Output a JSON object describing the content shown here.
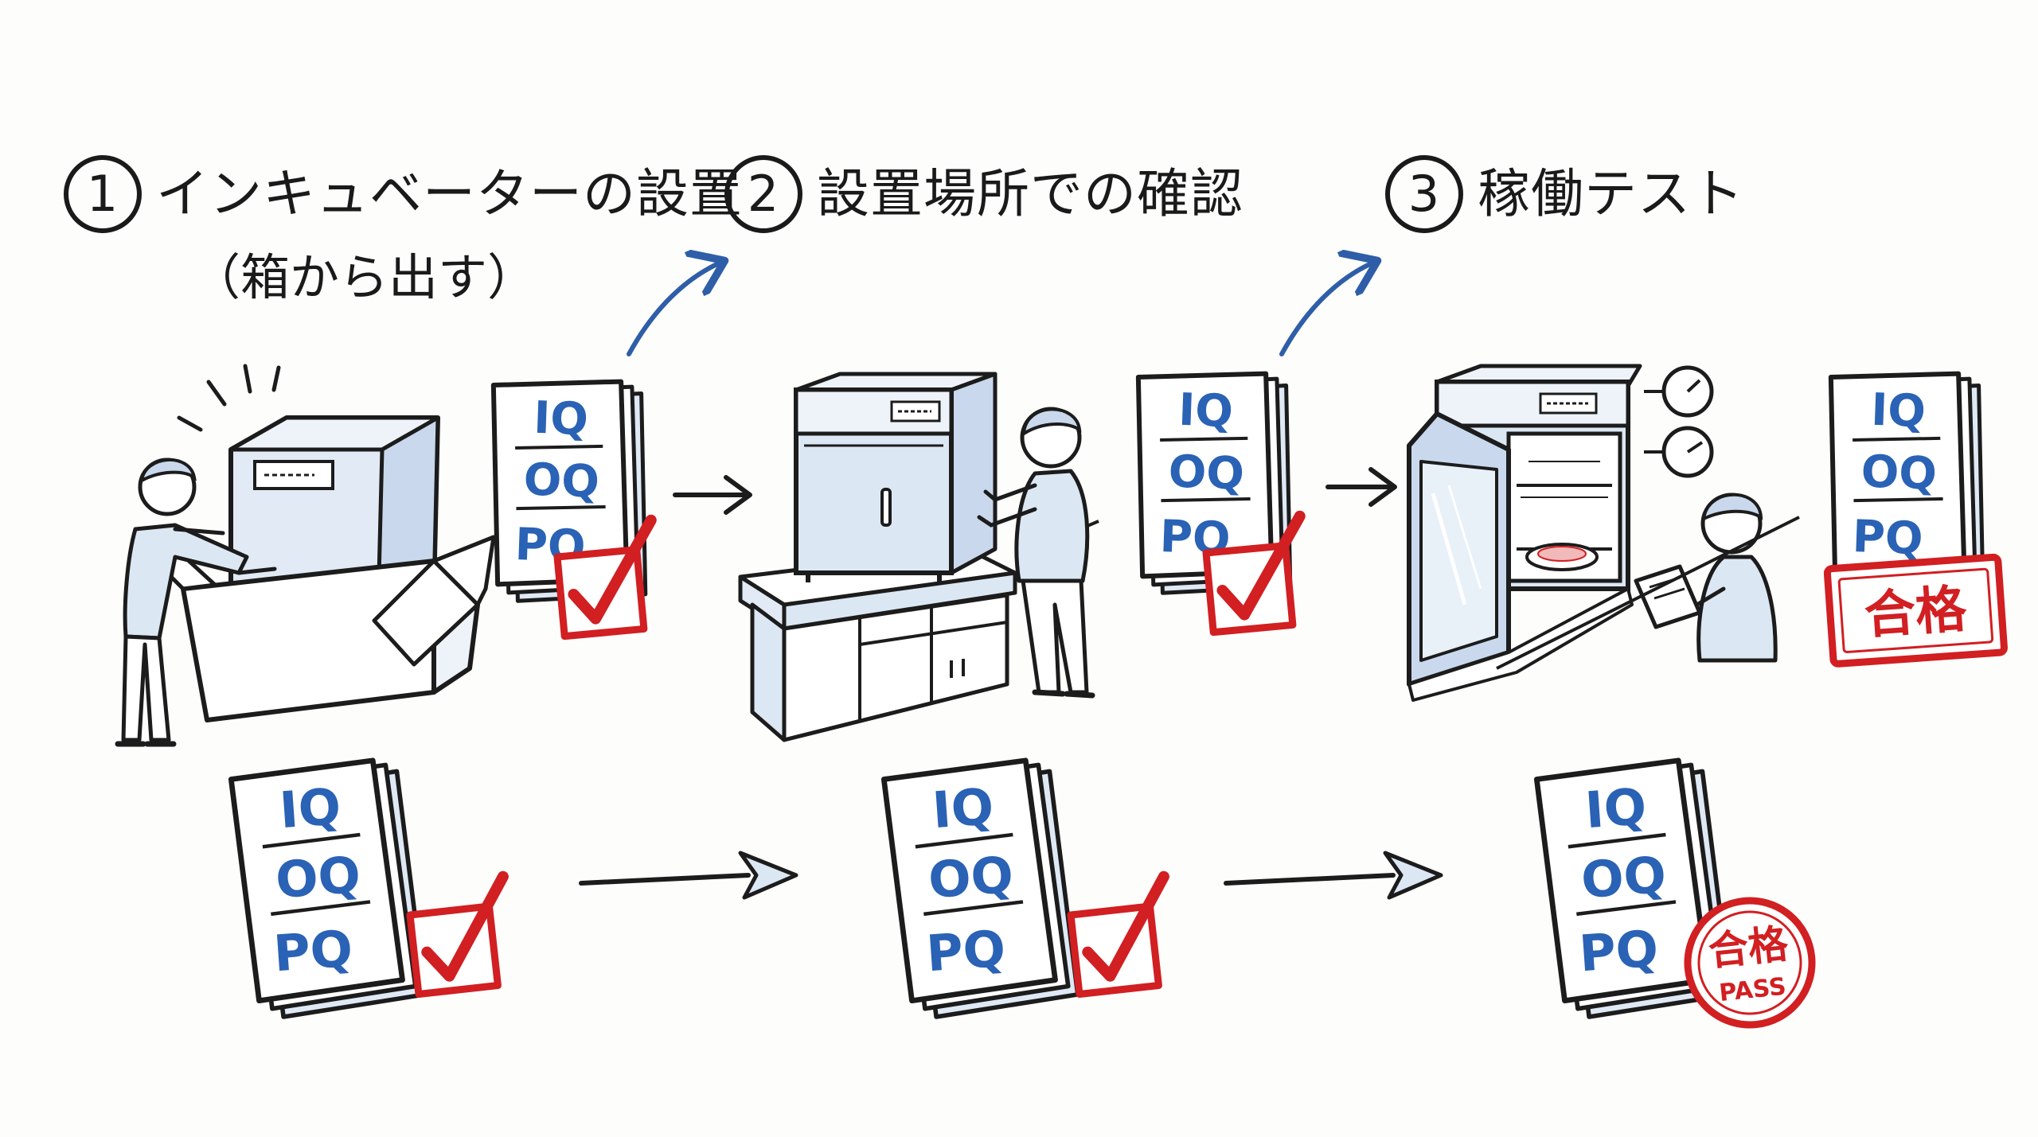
{
  "steps": [
    {
      "num": "1",
      "title": "インキュベーターの設置",
      "sub": "（箱から出す）"
    },
    {
      "num": "2",
      "title": "設置場所での確認",
      "sub": ""
    },
    {
      "num": "3",
      "title": "稼働テスト",
      "sub": ""
    }
  ],
  "documents": {
    "line1": "IQ",
    "line2": "OQ",
    "line3": "PQ"
  },
  "stamps": {
    "pass_kanji": "合格",
    "pass_en": "PASS"
  },
  "colors": {
    "ink": "#1c1c1c",
    "doc_text": "#2a62b5",
    "check_red": "#d11f22",
    "equip_fill": "#d9e5f3",
    "arrow_blue": "#2f5ea8"
  },
  "icons": [
    "incubator-icon",
    "cardboard-box-icon",
    "person-icon",
    "document-stack-icon",
    "checkmark-icon",
    "pass-stamp-icon",
    "gauge-icon",
    "petri-dish-icon",
    "tablet-icon",
    "arrow-icon"
  ]
}
